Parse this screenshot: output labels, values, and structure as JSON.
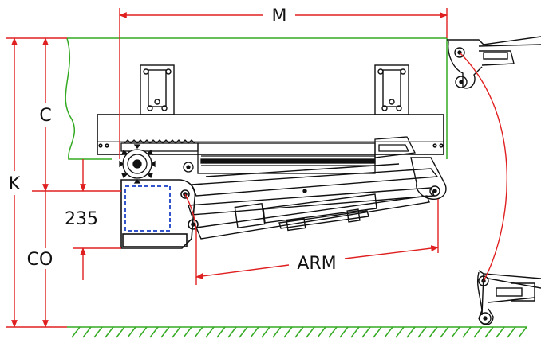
{
  "labels": {
    "m": "M",
    "c": "C",
    "k": "K",
    "dim_235": "235",
    "co": "CO",
    "arm": "ARM"
  },
  "colors": {
    "dimension_red": "#e02020",
    "wall_green": "#33aa22",
    "ground_green": "#33aa22",
    "machine_black": "#111111",
    "sensor_blue": "#3355cc"
  }
}
